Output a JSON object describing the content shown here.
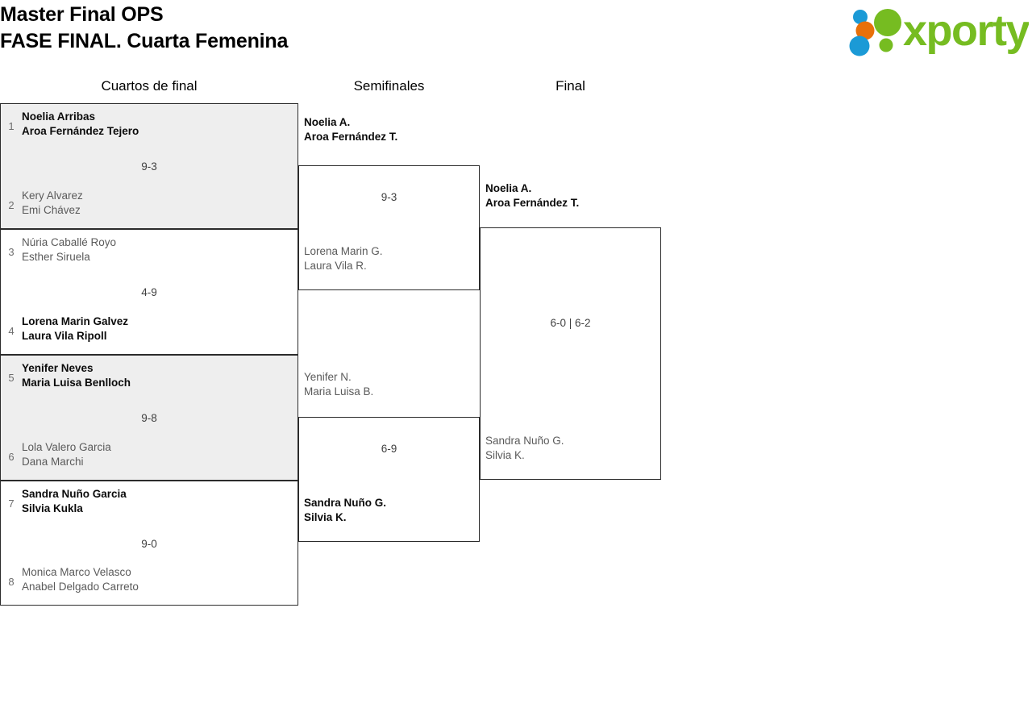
{
  "header": {
    "title_line1": "Master Final OPS",
    "title_line2": "FASE FINAL. Cuarta Femenina",
    "logo_text": "xporty",
    "logo_colors": {
      "green": "#76bc21",
      "blue": "#1b9ad6",
      "orange": "#e8700a"
    }
  },
  "columns": [
    {
      "label": "Cuartos de final"
    },
    {
      "label": "Semifinales"
    },
    {
      "label": "Final"
    }
  ],
  "quarterfinals": [
    {
      "score": "9-3",
      "shaded": true,
      "top": {
        "seed": "1",
        "line1": "Noelia Arribas",
        "line2": "Aroa Fernández Tejero",
        "winner": true
      },
      "bottom": {
        "seed": "2",
        "line1": "Kery Alvarez",
        "line2": "Emi Chávez",
        "winner": false
      }
    },
    {
      "score": "4-9",
      "shaded": false,
      "top": {
        "seed": "3",
        "line1": "Núria Caballé Royo",
        "line2": "Esther Siruela",
        "winner": false
      },
      "bottom": {
        "seed": "4",
        "line1": "Lorena Marin Galvez",
        "line2": "Laura Vila Ripoll",
        "winner": true
      }
    },
    {
      "score": "9-8",
      "shaded": true,
      "top": {
        "seed": "5",
        "line1": "Yenifer Neves",
        "line2": "Maria Luisa Benlloch",
        "winner": true
      },
      "bottom": {
        "seed": "6",
        "line1": "Lola Valero Garcia",
        "line2": "Dana Marchi",
        "winner": false
      }
    },
    {
      "score": "9-0",
      "shaded": false,
      "top": {
        "seed": "7",
        "line1": "Sandra Nuño Garcia",
        "line2": "Silvia Kukla",
        "winner": true
      },
      "bottom": {
        "seed": "8",
        "line1": "Monica Marco Velasco",
        "line2": "Anabel Delgado Carreto",
        "winner": false
      }
    }
  ],
  "semifinals": [
    {
      "score": "9-3",
      "top": {
        "line1": "Noelia A.",
        "line2": "Aroa Fernández T.",
        "winner": true
      },
      "bottom": {
        "line1": "Lorena Marin G.",
        "line2": "Laura Vila R.",
        "winner": false
      }
    },
    {
      "score": "6-9",
      "top": {
        "line1": "Yenifer N.",
        "line2": "Maria Luisa B.",
        "winner": false
      },
      "bottom": {
        "line1": "Sandra Nuño G.",
        "line2": "Silvia K.",
        "winner": true
      }
    }
  ],
  "final": {
    "score": "6-0 | 6-2",
    "top": {
      "line1": "Noelia A.",
      "line2": "Aroa Fernández T.",
      "winner": true
    },
    "bottom": {
      "line1": "Sandra Nuño G.",
      "line2": "Silvia K.",
      "winner": false
    }
  }
}
